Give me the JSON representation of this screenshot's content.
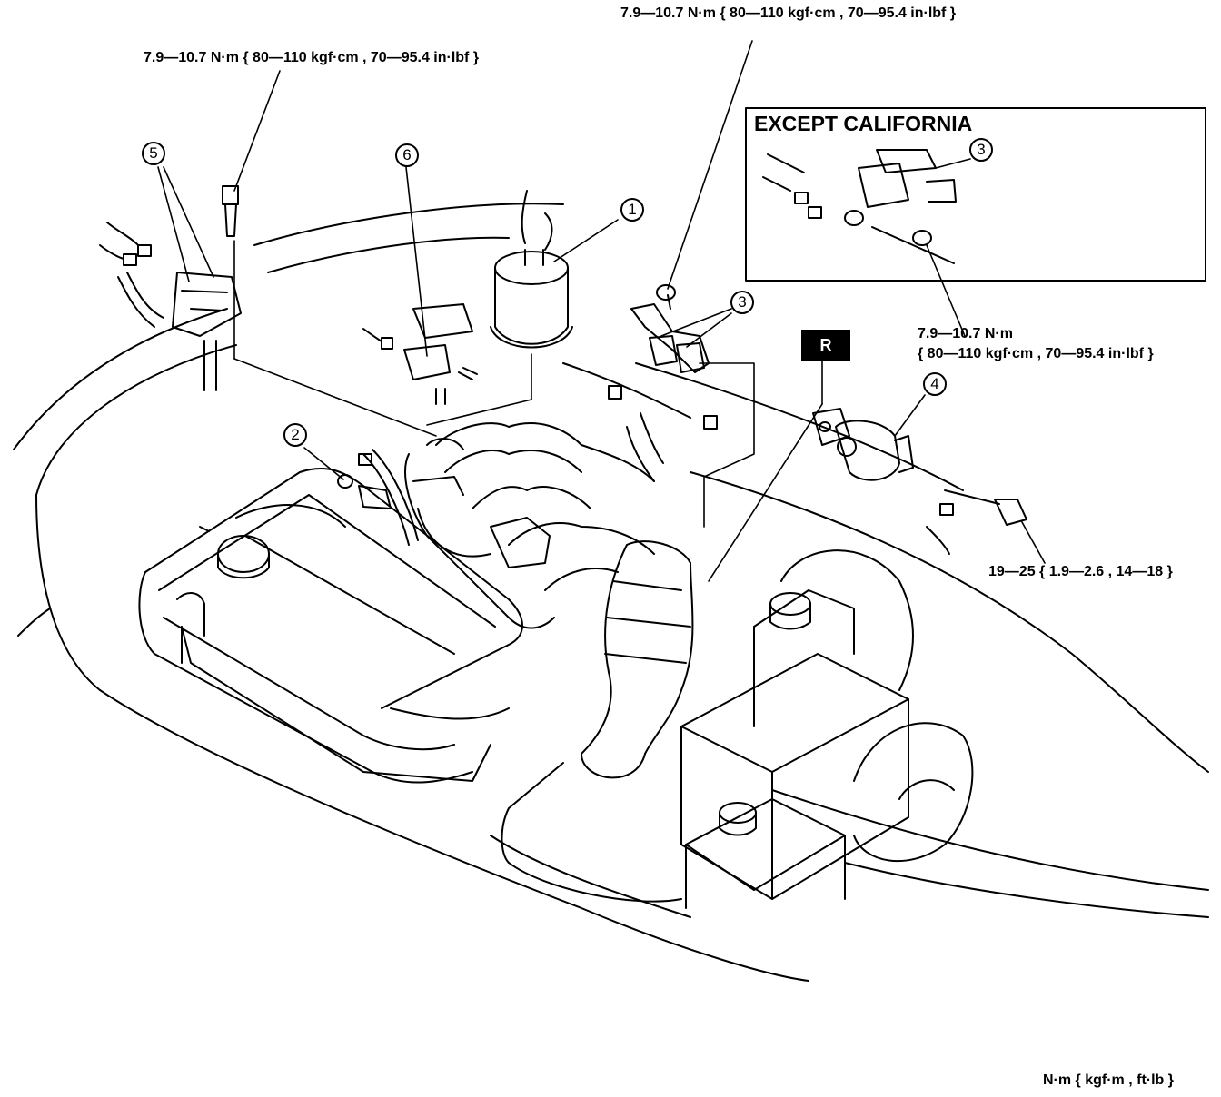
{
  "inset": {
    "title": "EXCEPT CALIFORNIA"
  },
  "callouts": [
    "1",
    "2",
    "3",
    "3",
    "4",
    "5",
    "6"
  ],
  "badge": "R",
  "torque": {
    "top_left": "7.9—10.7 N·m { 80—110 kgf·cm , 70—95.4 in·lbf }",
    "top_right": "7.9—10.7 N·m { 80—110 kgf·cm , 70—95.4 in·lbf }",
    "inset_line1": "7.9—10.7 N·m",
    "inset_line2": "{ 80—110 kgf·cm , 70—95.4 in·lbf }",
    "bolt": "19—25 { 1.9—2.6 , 14—18 }"
  },
  "units": "N·m { kgf·m , ft·lb  }"
}
